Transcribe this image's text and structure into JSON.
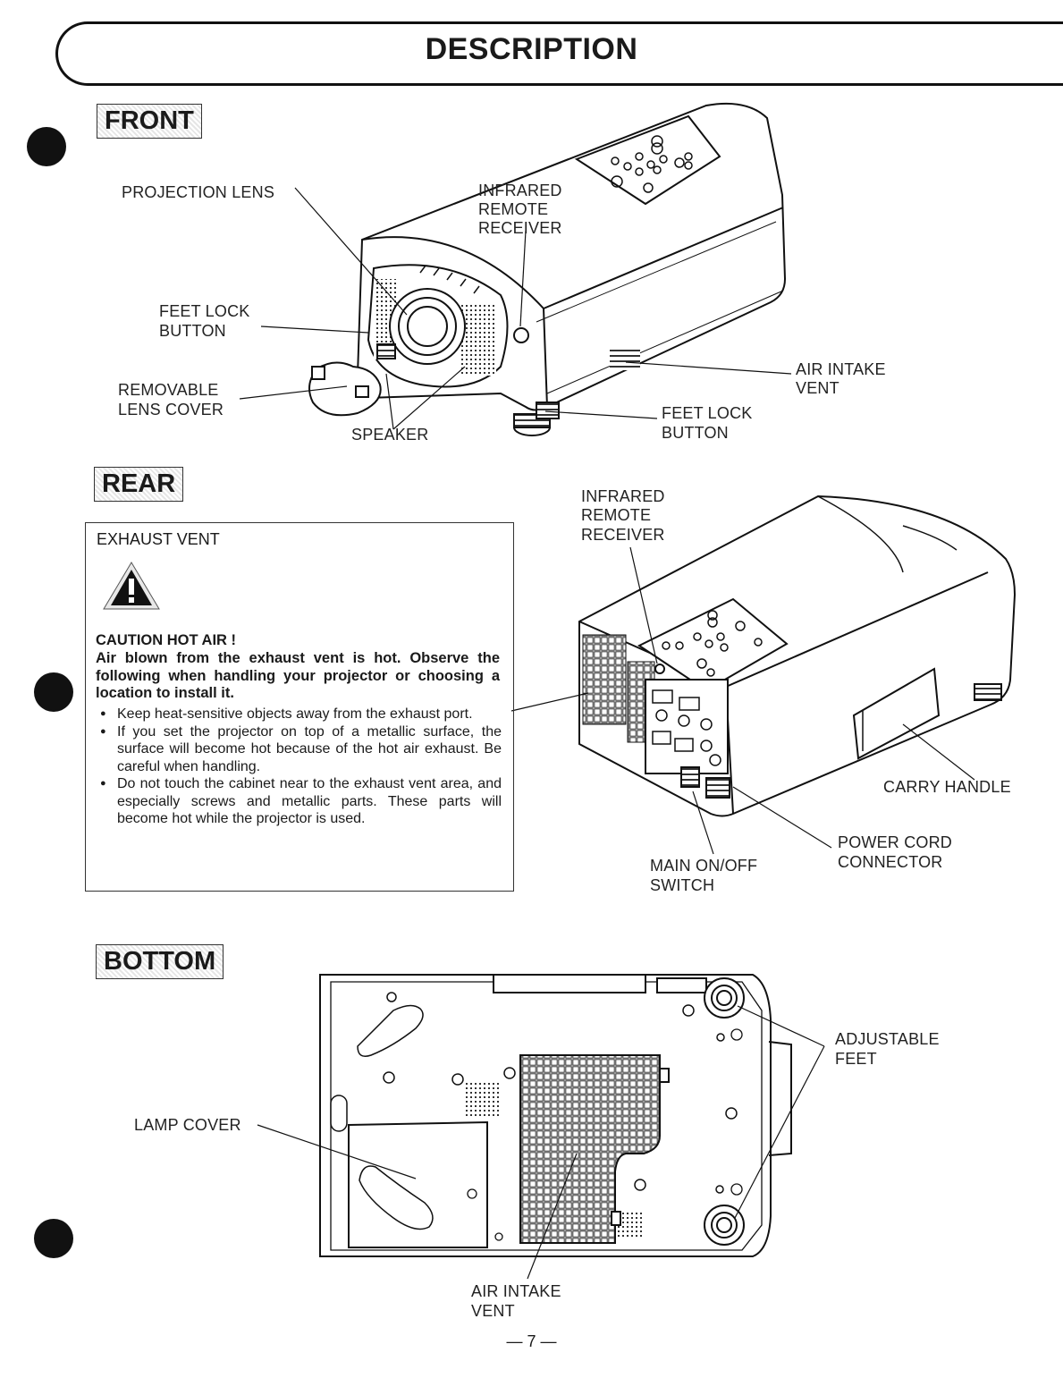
{
  "page_title": "DESCRIPTION",
  "sections": {
    "front": {
      "heading": "FRONT",
      "labels": {
        "projection_lens": "PROJECTION LENS",
        "infrared_remote_receiver": [
          "INFRARED",
          "REMOTE",
          "RECEIVER"
        ],
        "feet_lock_button_left": [
          "FEET LOCK",
          "BUTTON"
        ],
        "removable_lens_cover": [
          "REMOVABLE",
          "LENS COVER"
        ],
        "speaker": "SPEAKER",
        "air_intake_vent": [
          "AIR INTAKE",
          "VENT"
        ],
        "feet_lock_button_right": [
          "FEET LOCK",
          "BUTTON"
        ]
      }
    },
    "rear": {
      "heading": "REAR",
      "labels": {
        "infrared_remote_receiver": [
          "INFRARED",
          "REMOTE",
          "RECEIVER"
        ],
        "carry_handle": "CARRY HANDLE",
        "power_cord_connector": [
          "POWER CORD",
          "CONNECTOR"
        ],
        "main_on_off_switch": [
          "MAIN ON/OFF",
          "SWITCH"
        ]
      },
      "caution_box": {
        "heading": "EXHAUST VENT",
        "title": "CAUTION HOT AIR !",
        "intro": "Air blown from the exhaust vent is hot. Observe the following when handling your projector or choosing a location to install it.",
        "bullets": [
          "Keep heat-sensitive objects away from the exhaust port.",
          "If you set the projector on top of a metallic surface, the surface will become hot because of the hot air exhaust. Be careful when handling.",
          "Do not touch the cabinet near to the exhaust vent area, and especially screws and metallic parts. These parts will become hot while the projector is used."
        ]
      }
    },
    "bottom": {
      "heading": "BOTTOM",
      "labels": {
        "lamp_cover": "LAMP COVER",
        "adjustable_feet": [
          "ADJUSTABLE",
          "FEET"
        ],
        "air_intake_vent": [
          "AIR INTAKE",
          "VENT"
        ]
      }
    }
  },
  "page_number": "— 7 —"
}
